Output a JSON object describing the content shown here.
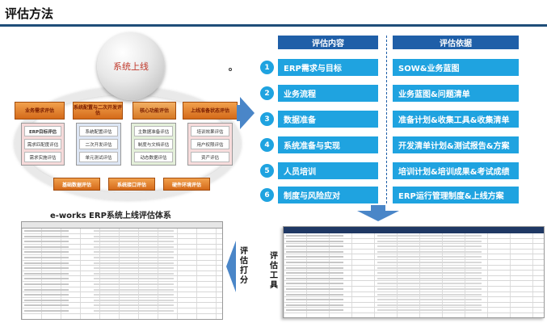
{
  "page": {
    "title": "评估方法",
    "accent_color": "#1f4e79",
    "bar_color": "#1fa3e0",
    "header_color": "#1f5fa8"
  },
  "diagram": {
    "center_label": "系统上线",
    "caption": "e-works  ERP系统上线评估体系",
    "top_stages": [
      "业务需求评估",
      "系统配置与二次开发评估",
      "核心功能评估",
      "上线准备状态评估"
    ],
    "columns": [
      [
        "ERP目标评估",
        "需求匹配度评估",
        "需求实施评估"
      ],
      [
        "系统配置评估",
        "二次开发评估",
        "单元测试评估"
      ],
      [
        "主数据准备评估",
        "制度与文档评估",
        "动态数据评估"
      ],
      [
        "培训效果评估",
        "用户权限评估",
        "资产评估"
      ]
    ],
    "bottom_stages": [
      "基础数据评估",
      "系统接口评估",
      "硬件环境评估"
    ]
  },
  "framework": {
    "header_left": "评估内容",
    "header_right": "评估依据",
    "rows": [
      {
        "num": "1",
        "content": "ERP需求与目标",
        "basis": "SOW&业务蓝图"
      },
      {
        "num": "2",
        "content": "业务流程",
        "basis": "业务蓝图&问题清单"
      },
      {
        "num": "3",
        "content": "数据准备",
        "basis": "准备计划&收集工具&收集清单"
      },
      {
        "num": "4",
        "content": "系统准备与实现",
        "basis": "开发清单计划&测试报告&方案"
      },
      {
        "num": "5",
        "content": "人员培训",
        "basis": "培训计划&培训成果&考试成绩"
      },
      {
        "num": "6",
        "content": "制度与风险应对",
        "basis": "ERP运行管理制度&上线方案"
      }
    ]
  },
  "side_labels": {
    "tool": "评估工具",
    "score": "评估打分"
  }
}
